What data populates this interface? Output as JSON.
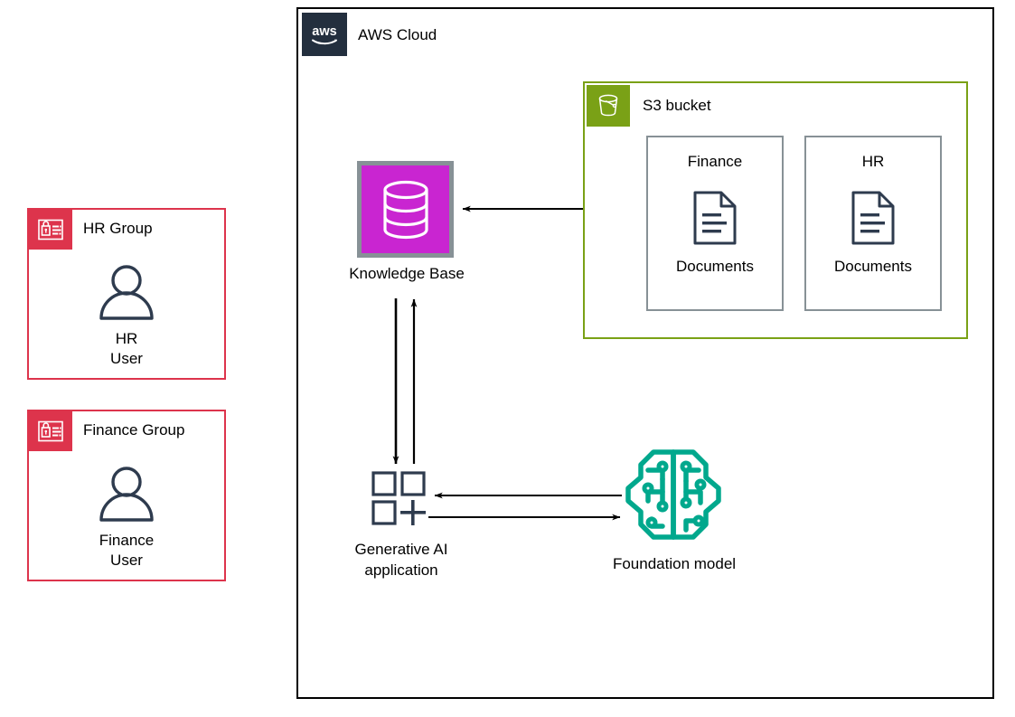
{
  "diagram": {
    "title": "AWS Cloud",
    "colors": {
      "aws_navy": "#232F3E",
      "s3_green": "#7AA116",
      "iam_red": "#DD344C",
      "knowledge_base_magenta": "#C925D1",
      "foundation_model_teal": "#01A88D",
      "icon_slate": "#2E3B4E",
      "card_border_gray": "#879196"
    }
  },
  "groups": [
    {
      "icon": "iam-group-icon",
      "title": "HR Group",
      "user_icon": "user-icon",
      "caption_line1": "HR",
      "caption_line2": "User"
    },
    {
      "icon": "iam-group-icon",
      "title": "Finance Group",
      "user_icon": "user-icon",
      "caption_line1": "Finance",
      "caption_line2": "User"
    }
  ],
  "cloud": {
    "logo_icon": "aws-logo-icon",
    "label": "AWS Cloud"
  },
  "s3_bucket": {
    "icon": "s3-bucket-icon",
    "label": "S3 bucket",
    "cards": [
      {
        "title": "Finance",
        "icon": "document-icon",
        "caption": "Documents"
      },
      {
        "title": "HR",
        "icon": "document-icon",
        "caption": "Documents"
      }
    ]
  },
  "nodes": {
    "knowledge_base": {
      "icon": "database-icon",
      "label": "Knowledge Base"
    },
    "genai_app": {
      "icon": "generative-ai-application-icon",
      "label_line1": "Generative AI",
      "label_line2": "application"
    },
    "foundation_model": {
      "icon": "foundation-model-brain-icon",
      "label": "Foundation model"
    }
  },
  "connectors": [
    {
      "name": "s3-to-knowledge-base",
      "direction": "left"
    },
    {
      "name": "knowledge-base-to-genai-app",
      "direction": "down"
    },
    {
      "name": "genai-app-to-knowledge-base",
      "direction": "up"
    },
    {
      "name": "foundation-model-to-genai-app",
      "direction": "left"
    },
    {
      "name": "genai-app-to-foundation-model",
      "direction": "right"
    }
  ]
}
